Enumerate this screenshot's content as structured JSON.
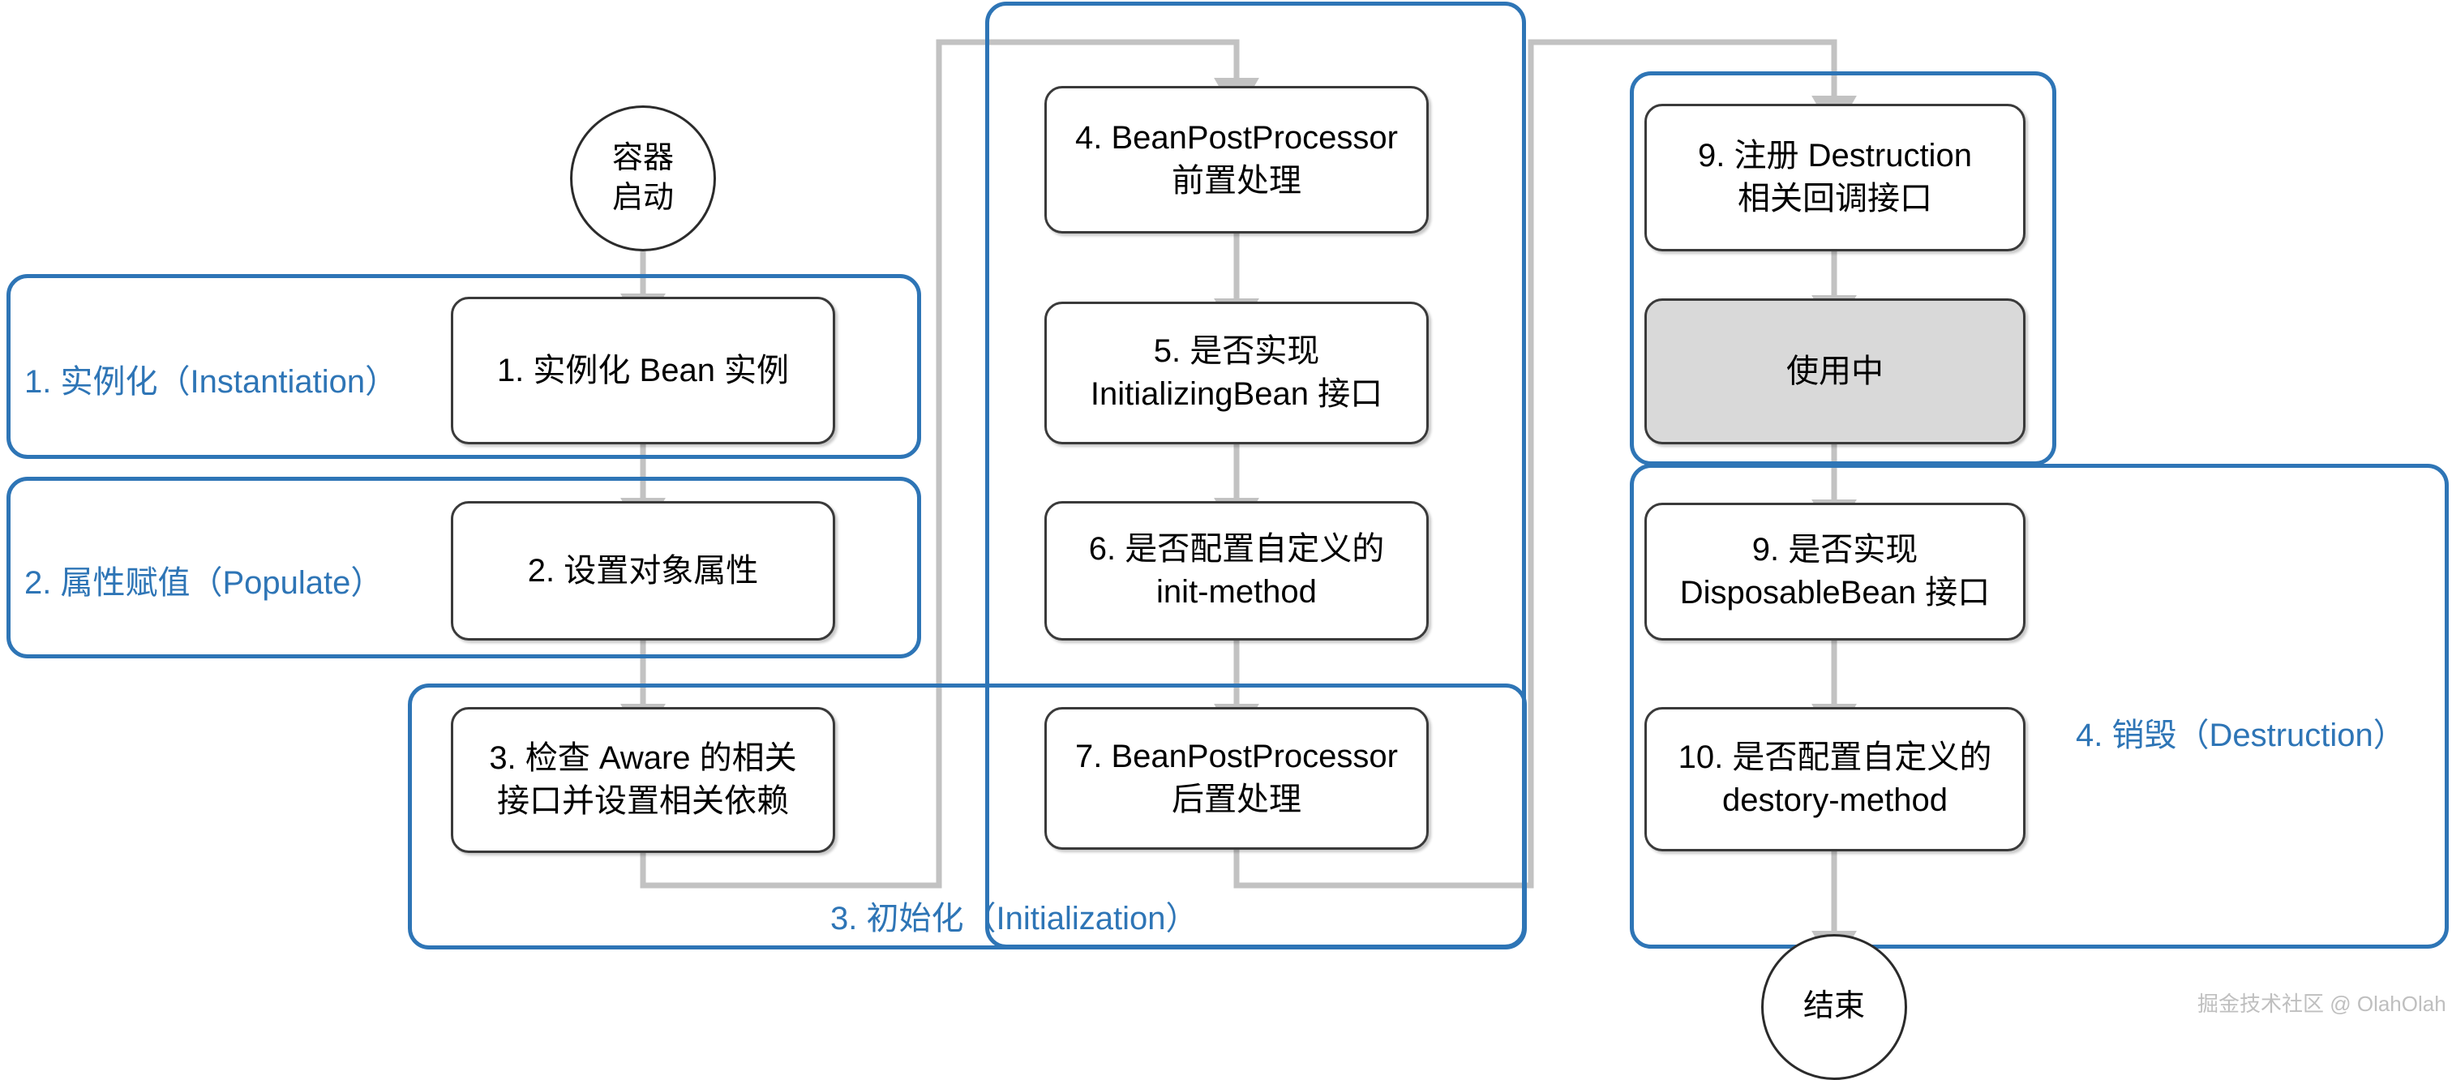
{
  "diagram": {
    "title_watermark": "掘金技术社区 @ OlahOlah",
    "start_node": {
      "label": "容器\n启动",
      "line1": "容器",
      "line2": "启动"
    },
    "end_node": {
      "label": "结束"
    },
    "groups": [
      {
        "id": "instantiation",
        "label": "1. 实例化（Instantiation）"
      },
      {
        "id": "populate",
        "label": "2. 属性赋值（Populate）"
      },
      {
        "id": "initialization",
        "label": "3. 初始化（Initialization）"
      },
      {
        "id": "destruction",
        "label": "4. 销毁（Destruction）"
      }
    ],
    "nodes": [
      {
        "id": "n1",
        "line1": "1. 实例化 Bean 实例",
        "line2": ""
      },
      {
        "id": "n2",
        "line1": "2. 设置对象属性",
        "line2": ""
      },
      {
        "id": "n3",
        "line1": "3. 检查 Aware 的相关",
        "line2": "接口并设置相关依赖"
      },
      {
        "id": "n4",
        "line1": "4. BeanPostProcessor",
        "line2": "前置处理"
      },
      {
        "id": "n5",
        "line1": "5. 是否实现",
        "line2": "InitializingBean 接口"
      },
      {
        "id": "n6",
        "line1": "6. 是否配置自定义的",
        "line2": "init-method"
      },
      {
        "id": "n7",
        "line1": "7. BeanPostProcessor",
        "line2": "后置处理"
      },
      {
        "id": "n8",
        "line1": "9. 注册 Destruction",
        "line2": "相关回调接口"
      },
      {
        "id": "n9",
        "line1": "使用中",
        "line2": ""
      },
      {
        "id": "n10",
        "line1": "9. 是否实现",
        "line2": "DisposableBean 接口"
      },
      {
        "id": "n11",
        "line1": "10. 是否配置自定义的",
        "line2": "destory-method"
      }
    ],
    "colors": {
      "group_border": "#2E75B6",
      "group_label": "#2E75B6",
      "node_border": "#3a3a3a",
      "node_fill": "#ffffff",
      "node_fill_shaded": "#d9d9d9",
      "connector": "#bfbfbf",
      "watermark": "#bfbfbf"
    }
  }
}
